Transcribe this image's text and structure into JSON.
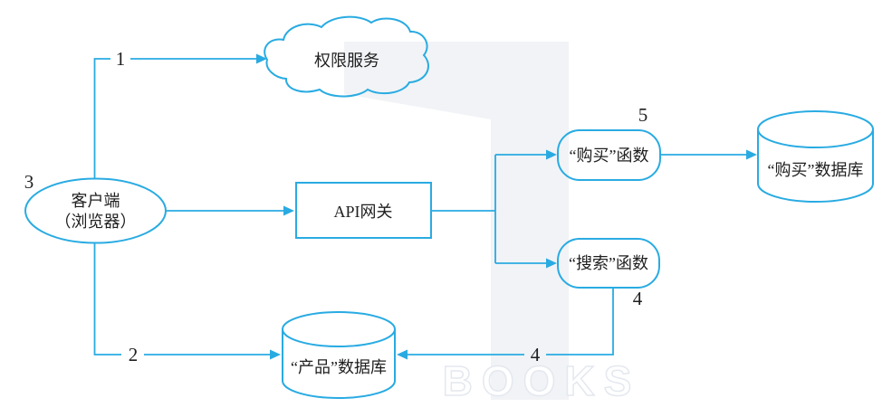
{
  "colors": {
    "stroke": "#29abe2",
    "text": "#1f1f1f",
    "watermark": "#edf0f4"
  },
  "watermark": {
    "text": "BOOKS"
  },
  "nodes": {
    "auth_service": {
      "shape": "cloud",
      "label": "权限服务"
    },
    "client": {
      "shape": "ellipse",
      "label_line1": "客户端",
      "label_line2": "（浏览器）",
      "marker": "3"
    },
    "api_gateway": {
      "shape": "rectangle",
      "label": "API网关"
    },
    "buy_function": {
      "shape": "rounded-rectangle",
      "label": "“购买”函数",
      "marker": "5"
    },
    "search_function": {
      "shape": "rounded-rectangle",
      "label": "“搜索”函数",
      "marker": "4"
    },
    "buy_database": {
      "shape": "cylinder",
      "label": "“购买”数据库"
    },
    "product_database": {
      "shape": "cylinder",
      "label": "“产品”数据库"
    }
  },
  "edges": [
    {
      "from": "client",
      "to": "auth_service",
      "label": "1"
    },
    {
      "from": "client",
      "to": "api_gateway",
      "label": ""
    },
    {
      "from": "client",
      "to": "product_database",
      "label": "2"
    },
    {
      "from": "api_gateway",
      "to": "buy_function",
      "label": ""
    },
    {
      "from": "api_gateway",
      "to": "search_function",
      "label": ""
    },
    {
      "from": "buy_function",
      "to": "buy_database",
      "label": ""
    },
    {
      "from": "search_function",
      "to": "product_database",
      "label": "4"
    }
  ]
}
